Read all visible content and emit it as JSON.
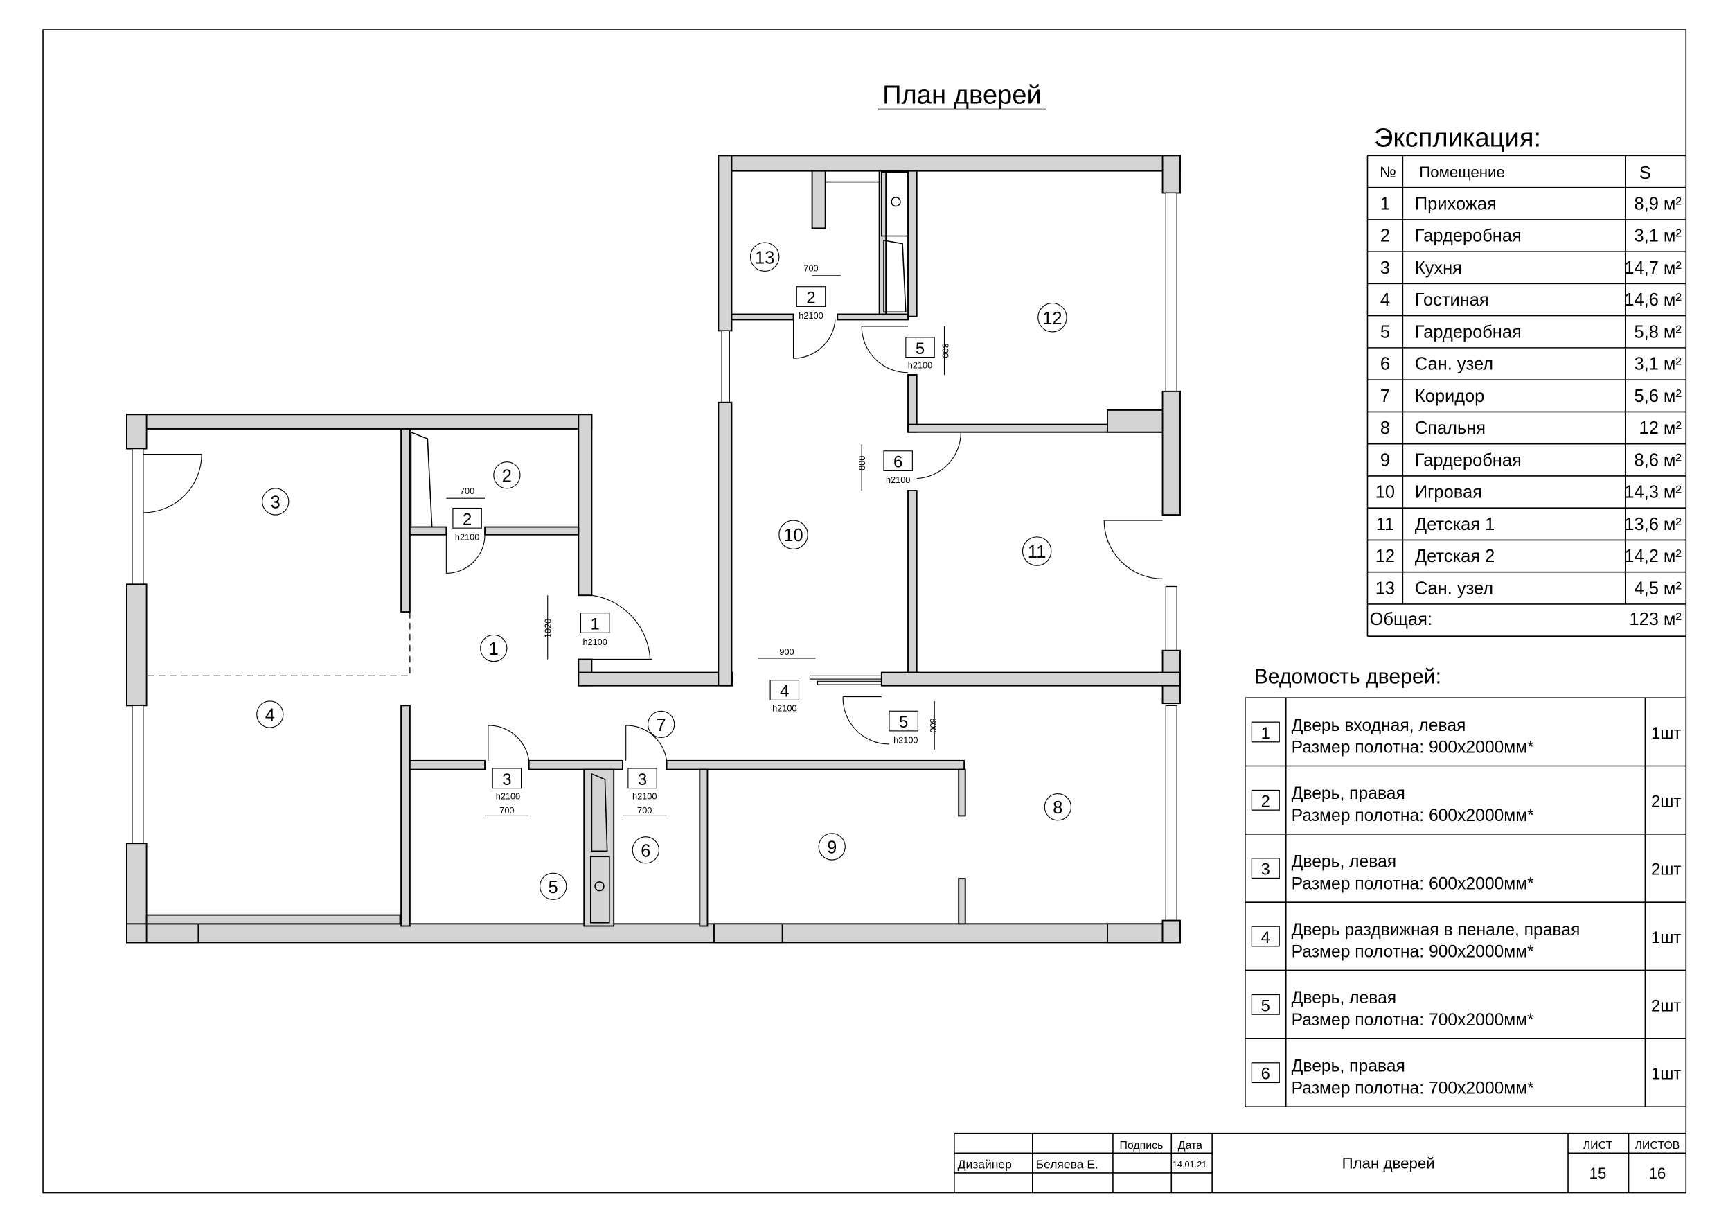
{
  "title": "План дверей",
  "rooms": [
    {
      "n": "1"
    },
    {
      "n": "2"
    },
    {
      "n": "3"
    },
    {
      "n": "4"
    },
    {
      "n": "5"
    },
    {
      "n": "6"
    },
    {
      "n": "7"
    },
    {
      "n": "8"
    },
    {
      "n": "9"
    },
    {
      "n": "10"
    },
    {
      "n": "11"
    },
    {
      "n": "12"
    },
    {
      "n": "13"
    }
  ],
  "door_tags": [
    {
      "n": "1",
      "h": "h2100"
    },
    {
      "n": "2",
      "h": "h2100"
    },
    {
      "n": "2",
      "h": "h2100"
    },
    {
      "n": "5",
      "h": "h2100"
    },
    {
      "n": "6",
      "h": "h2100"
    },
    {
      "n": "4",
      "h": "h2100"
    },
    {
      "n": "5",
      "h": "h2100"
    },
    {
      "n": "3",
      "h": "h2100"
    },
    {
      "n": "3",
      "h": "h2100"
    }
  ],
  "dims": [
    "700",
    "700",
    "1020",
    "800",
    "800",
    "900",
    "800",
    "700",
    "700"
  ],
  "explication": {
    "title": "Экспликация:",
    "headers": [
      "№",
      "Помещение",
      "S"
    ],
    "rows": [
      {
        "n": "1",
        "name": "Прихожая",
        "s": "8,9 м²"
      },
      {
        "n": "2",
        "name": "Гардеробная",
        "s": "3,1 м²"
      },
      {
        "n": "3",
        "name": "Кухня",
        "s": "14,7 м²"
      },
      {
        "n": "4",
        "name": "Гостиная",
        "s": "14,6 м²"
      },
      {
        "n": "5",
        "name": "Гардеробная",
        "s": "5,8 м²"
      },
      {
        "n": "6",
        "name": "Сан. узел",
        "s": "3,1 м²"
      },
      {
        "n": "7",
        "name": "Коридор",
        "s": "5,6 м²"
      },
      {
        "n": "8",
        "name": "Спальня",
        "s": "12 м²"
      },
      {
        "n": "9",
        "name": "Гардеробная",
        "s": "8,6 м²"
      },
      {
        "n": "10",
        "name": "Игровая",
        "s": "14,3 м²"
      },
      {
        "n": "11",
        "name": "Детская 1",
        "s": "13,6 м²"
      },
      {
        "n": "12",
        "name": "Детская 2",
        "s": "14,2 м²"
      },
      {
        "n": "13",
        "name": "Сан. узел",
        "s": "4,5 м²"
      }
    ],
    "total_label": "Общая:",
    "total_value": "123 м²"
  },
  "door_schedule": {
    "title": "Ведомость дверей:",
    "rows": [
      {
        "n": "1",
        "line1": "Дверь входная, левая",
        "line2": "Размер полотна: 900х2000мм*",
        "qty": "1шт"
      },
      {
        "n": "2",
        "line1": "Дверь, правая",
        "line2": "Размер полотна: 600х2000мм*",
        "qty": "2шт"
      },
      {
        "n": "3",
        "line1": "Дверь, левая",
        "line2": "Размер полотна: 600х2000мм*",
        "qty": "2шт"
      },
      {
        "n": "4",
        "line1": "Дверь раздвижная в пенале, правая",
        "line2": "Размер полотна: 900х2000мм*",
        "qty": "1шт"
      },
      {
        "n": "5",
        "line1": "Дверь, левая",
        "line2": "Размер полотна: 700х2000мм*",
        "qty": "2шт"
      },
      {
        "n": "6",
        "line1": "Дверь, правая",
        "line2": "Размер полотна: 700х2000мм*",
        "qty": "1шт"
      }
    ]
  },
  "title_block": {
    "signature_label": "Подпись",
    "date_label": "Дата",
    "role": "Дизайнер",
    "name": "Беляева Е.",
    "date": "14.01.21",
    "sheet_title": "План дверей",
    "sheet_label": "ЛИСТ",
    "sheets_label": "ЛИСТОВ",
    "sheet": "15",
    "sheets": "16"
  }
}
